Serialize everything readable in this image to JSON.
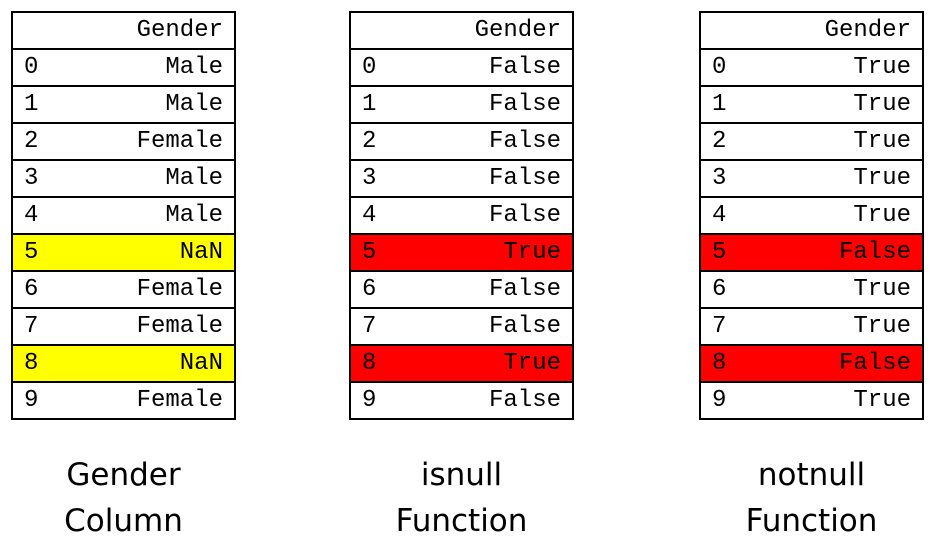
{
  "colors": {
    "missing_highlight": "#ffff00",
    "null_result_highlight": "#ff0000",
    "border": "#000000"
  },
  "panels": [
    {
      "id": "gender",
      "column_header": "Gender",
      "rows": [
        {
          "index": "0",
          "value": "Male",
          "highlight": ""
        },
        {
          "index": "1",
          "value": "Male",
          "highlight": ""
        },
        {
          "index": "2",
          "value": "Female",
          "highlight": ""
        },
        {
          "index": "3",
          "value": "Male",
          "highlight": ""
        },
        {
          "index": "4",
          "value": "Male",
          "highlight": ""
        },
        {
          "index": "5",
          "value": "NaN",
          "highlight": "#ffff00"
        },
        {
          "index": "6",
          "value": "Female",
          "highlight": ""
        },
        {
          "index": "7",
          "value": "Female",
          "highlight": ""
        },
        {
          "index": "8",
          "value": "NaN",
          "highlight": "#ffff00"
        },
        {
          "index": "9",
          "value": "Female",
          "highlight": ""
        }
      ],
      "caption": [
        "Gender",
        "Column"
      ]
    },
    {
      "id": "isnull",
      "column_header": "Gender",
      "rows": [
        {
          "index": "0",
          "value": "False",
          "highlight": ""
        },
        {
          "index": "1",
          "value": "False",
          "highlight": ""
        },
        {
          "index": "2",
          "value": "False",
          "highlight": ""
        },
        {
          "index": "3",
          "value": "False",
          "highlight": ""
        },
        {
          "index": "4",
          "value": "False",
          "highlight": ""
        },
        {
          "index": "5",
          "value": "True",
          "highlight": "#ff0000"
        },
        {
          "index": "6",
          "value": "False",
          "highlight": ""
        },
        {
          "index": "7",
          "value": "False",
          "highlight": ""
        },
        {
          "index": "8",
          "value": "True",
          "highlight": "#ff0000"
        },
        {
          "index": "9",
          "value": "False",
          "highlight": ""
        }
      ],
      "caption": [
        "isnull",
        "Function"
      ]
    },
    {
      "id": "notnull",
      "column_header": "Gender",
      "rows": [
        {
          "index": "0",
          "value": "True",
          "highlight": ""
        },
        {
          "index": "1",
          "value": "True",
          "highlight": ""
        },
        {
          "index": "2",
          "value": "True",
          "highlight": ""
        },
        {
          "index": "3",
          "value": "True",
          "highlight": ""
        },
        {
          "index": "4",
          "value": "True",
          "highlight": ""
        },
        {
          "index": "5",
          "value": "False",
          "highlight": "#ff0000"
        },
        {
          "index": "6",
          "value": "True",
          "highlight": ""
        },
        {
          "index": "7",
          "value": "True",
          "highlight": ""
        },
        {
          "index": "8",
          "value": "False",
          "highlight": "#ff0000"
        },
        {
          "index": "9",
          "value": "True",
          "highlight": ""
        }
      ],
      "caption": [
        "notnull",
        "Function"
      ]
    }
  ]
}
